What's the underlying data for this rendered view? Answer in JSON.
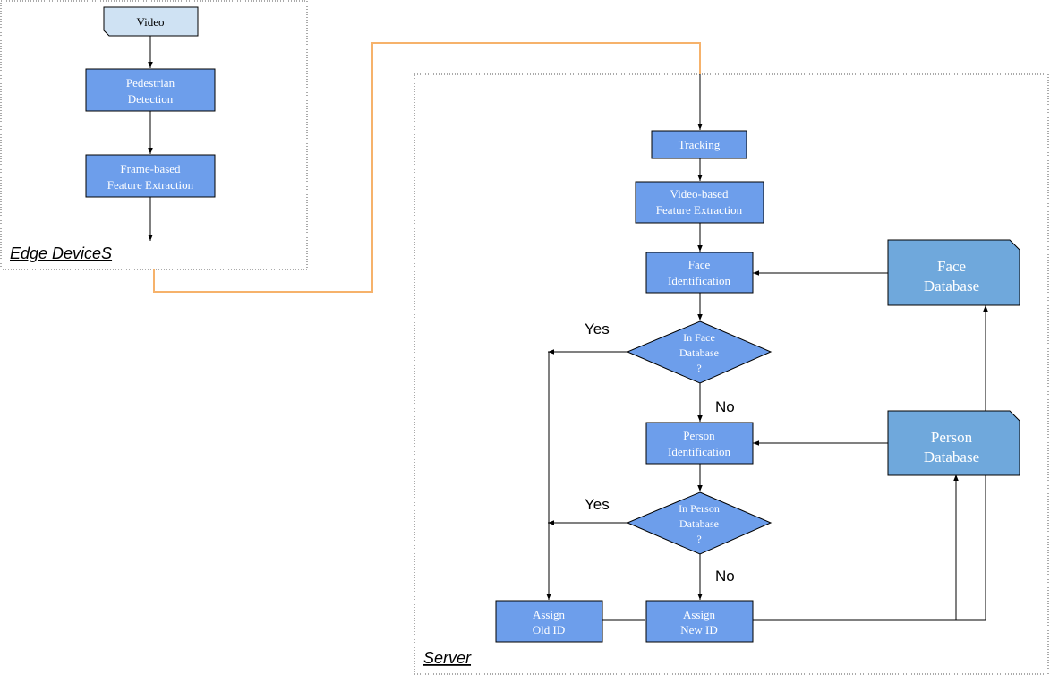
{
  "groups": {
    "edge": "Edge DeviceS",
    "server": "Server"
  },
  "nodes": {
    "video": "Video",
    "pedestrian_detection": [
      "Pedestrian",
      "Detection"
    ],
    "frame_feature": [
      "Frame-based",
      "Feature Extraction"
    ],
    "tracking": "Tracking",
    "video_feature": [
      "Video-based",
      "Feature Extraction"
    ],
    "face_identification": [
      "Face",
      "Identification"
    ],
    "in_face_db": [
      "In Face",
      "Database",
      "?"
    ],
    "person_identification": [
      "Person",
      "Identification"
    ],
    "in_person_db": [
      "In Person",
      "Database",
      "?"
    ],
    "assign_old_id": [
      "Assign",
      "Old ID"
    ],
    "assign_new_id": [
      "Assign",
      "New ID"
    ],
    "face_database": [
      "Face",
      "Database"
    ],
    "person_database": [
      "Person",
      "Database"
    ]
  },
  "edge_labels": {
    "face_yes": "Yes",
    "face_no": "No",
    "person_yes": "Yes",
    "person_no": "No"
  },
  "colors": {
    "node_fill": "#6d9eeb",
    "video_fill": "#cfe2f3",
    "connector": "#f6b26b",
    "stroke": "#000000"
  }
}
